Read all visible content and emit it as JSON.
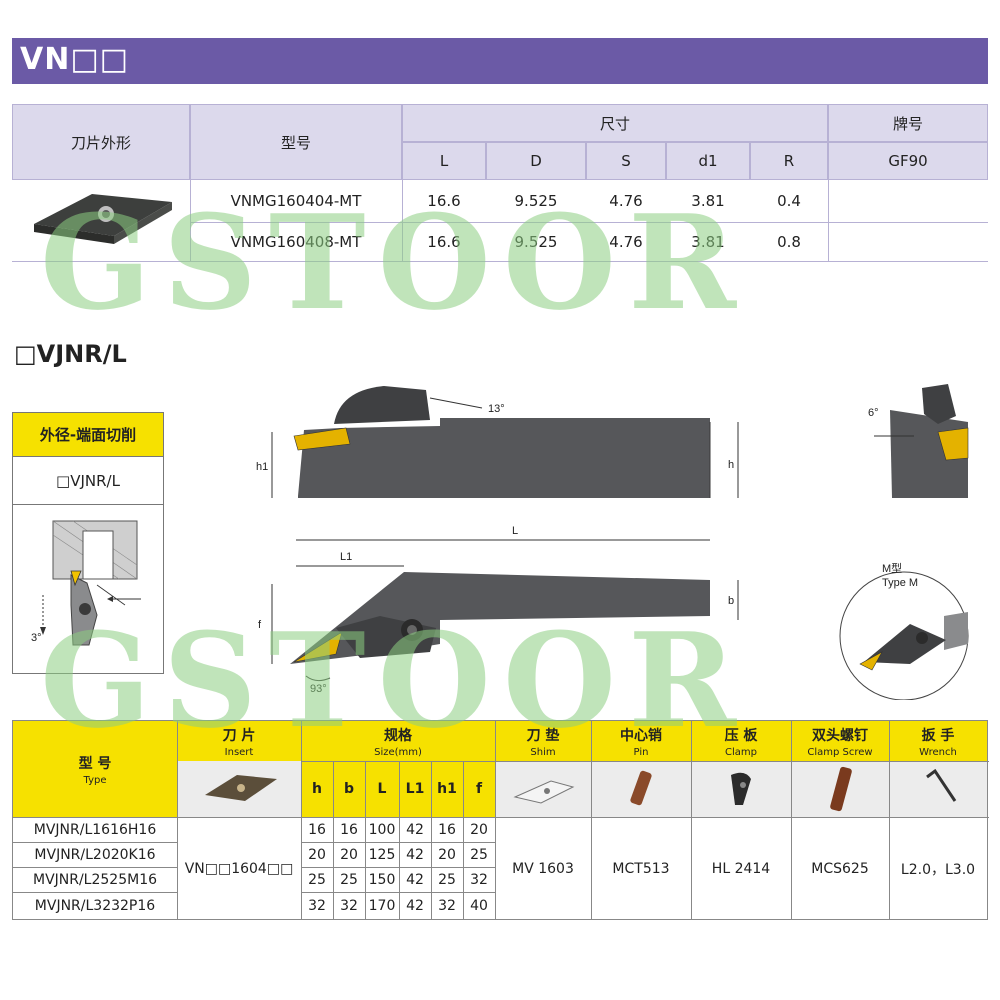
{
  "banner": {
    "title": "VN□□"
  },
  "insert_table": {
    "headers": {
      "shape": "刀片外形",
      "model": "型号",
      "size": "尺寸",
      "grade": "牌号",
      "cols": [
        "L",
        "D",
        "S",
        "d1",
        "R"
      ],
      "grade_value": "GF90"
    },
    "rows": [
      {
        "model": "VNMG160404-MT",
        "L": "16.6",
        "D": "9.525",
        "S": "4.76",
        "d1": "3.81",
        "R": "0.4"
      },
      {
        "model": "VNMG160408-MT",
        "L": "16.6",
        "D": "9.525",
        "S": "4.76",
        "d1": "3.81",
        "R": "0.8"
      }
    ]
  },
  "watermark": "GSTOOR",
  "section": {
    "title": "□VJNR/L"
  },
  "process": {
    "label": "外径-端面切削",
    "code": "□VJNR/L",
    "angle": "3°"
  },
  "drawing": {
    "angle_13": "13°",
    "angle_6": "6°",
    "angle_93": "93°",
    "h1": "h1",
    "h": "h",
    "L": "L",
    "L1": "L1",
    "f": "f",
    "b": "b",
    "type_cn": "M型",
    "type_en": "Type M"
  },
  "spec_table": {
    "type_cn": "型 号",
    "type_en": "Type",
    "insert_cn": "刀 片",
    "insert_en": "Insert",
    "size_cn": "规格",
    "size_en": "Size(mm)",
    "size_cols": [
      "h",
      "b",
      "L",
      "L1",
      "h1",
      "f"
    ],
    "shim_cn": "刀 垫",
    "shim_en": "Shim",
    "pin_cn": "中心销",
    "pin_en": "Pin",
    "clamp_cn": "压 板",
    "clamp_en": "Clamp",
    "screw_cn": "双头螺钉",
    "screw_en": "Clamp Screw",
    "wrench_cn": "扳 手",
    "wrench_en": "Wrench",
    "rows": [
      {
        "model": "MVJNR/L1616H16",
        "h": "16",
        "b": "16",
        "L": "100",
        "L1": "42",
        "h1": "16",
        "f": "20"
      },
      {
        "model": "MVJNR/L2020K16",
        "h": "20",
        "b": "20",
        "L": "125",
        "L1": "42",
        "h1": "20",
        "f": "25"
      },
      {
        "model": "MVJNR/L2525M16",
        "h": "25",
        "b": "25",
        "L": "150",
        "L1": "42",
        "h1": "25",
        "f": "32"
      },
      {
        "model": "MVJNR/L3232P16",
        "h": "32",
        "b": "32",
        "L": "170",
        "L1": "42",
        "h1": "32",
        "f": "40"
      }
    ],
    "insert_value": "VN□□1604□□",
    "shim_value": "MV 1603",
    "pin_value": "MCT513",
    "clamp_value": "HL 2414",
    "screw_value": "MCS625",
    "wrench_value": "L2.0，L3.0"
  },
  "colors": {
    "banner": "#6b5aa6",
    "header_bg": "#dcd9ec",
    "yellow": "#f6e100",
    "tool_body": "#55565a",
    "insert_gold": "#e0b300"
  }
}
